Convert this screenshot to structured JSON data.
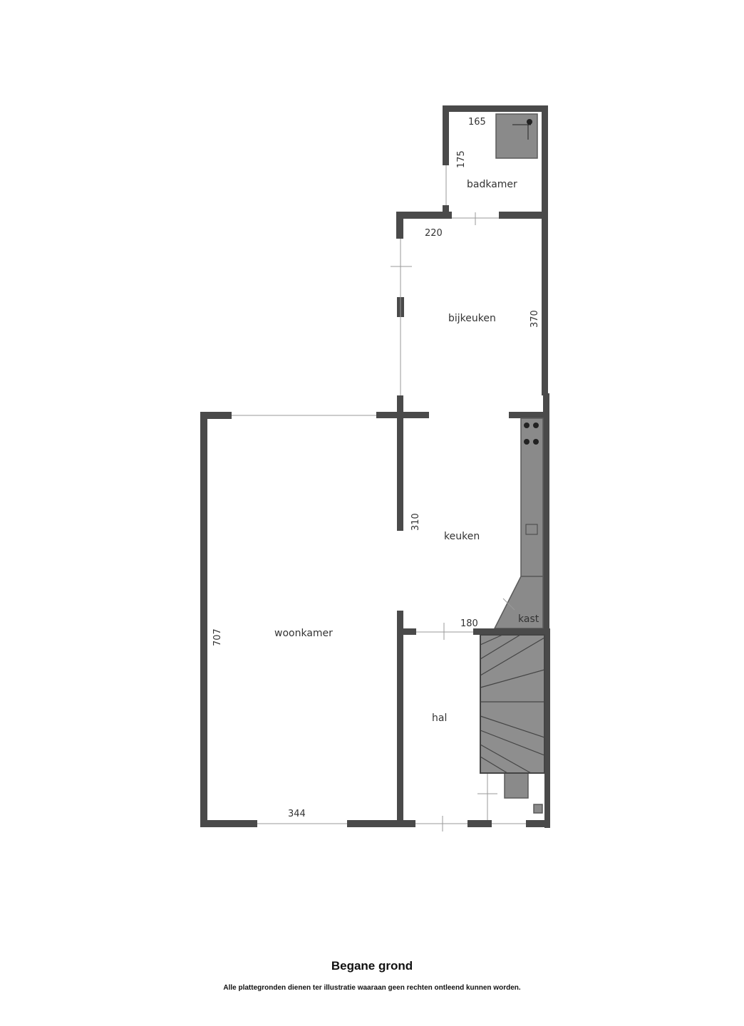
{
  "rooms": {
    "badkamer": "badkamer",
    "bijkeuken": "bijkeuken",
    "keuken": "keuken",
    "woonkamer": "woonkamer",
    "hal": "hal",
    "kast": "kast"
  },
  "dimensions": {
    "badkamer_width": "165",
    "badkamer_depth": "175",
    "bijkeuken_width": "220",
    "bijkeuken_depth": "370",
    "keuken_depth": "310",
    "hal_width": "180",
    "woonkamer_depth": "707",
    "woonkamer_width": "344"
  },
  "footer": {
    "title": "Begane grond",
    "note": "Alle plattegronden dienen ter illustratie waaraan geen rechten ontleend kunnen worden."
  }
}
